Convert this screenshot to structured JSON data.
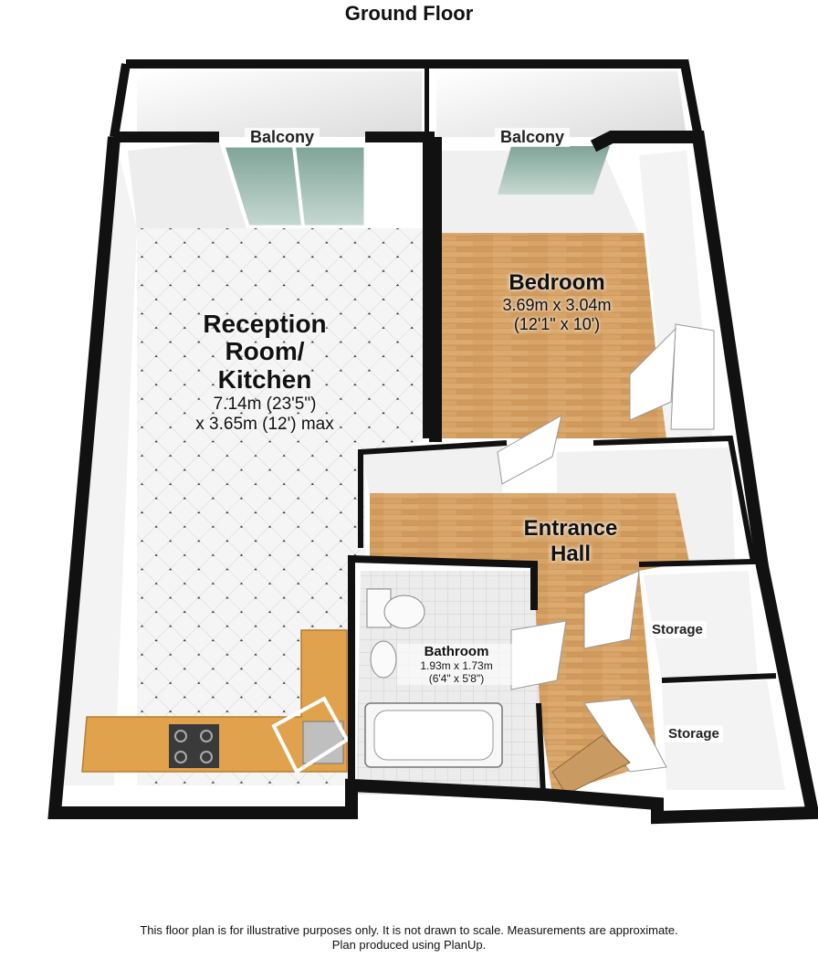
{
  "title": "Ground Floor",
  "rooms": {
    "reception": {
      "name_line1": "Reception",
      "name_line2": "Room/",
      "name_line3": "Kitchen",
      "dim_line1": "7.14m (23'5\")",
      "dim_line2": "x 3.65m (12') max"
    },
    "bedroom": {
      "name": "Bedroom",
      "dim_line1": "3.69m x 3.04m",
      "dim_line2": "(12'1\" x 10')"
    },
    "entrance_hall": {
      "name_line1": "Entrance",
      "name_line2": "Hall"
    },
    "bathroom": {
      "name": "Bathroom",
      "dim_line1": "1.93m x 1.73m",
      "dim_line2": "(6'4\" x 5'8\")"
    },
    "storage_1": {
      "name": "Storage"
    },
    "storage_2": {
      "name": "Storage"
    },
    "balcony_left": {
      "name": "Balcony"
    },
    "balcony_right": {
      "name": "Balcony"
    }
  },
  "footer": {
    "line1": "This floor plan is for illustrative purposes only. It is not drawn to scale. Measurements are approximate.",
    "line2": "Plan produced using PlanUp."
  },
  "colors": {
    "wall": "#111111",
    "wall_inner": "#f2f2f2",
    "tile_floor": "#f4f4f4",
    "wood_floor": "#d9a86a",
    "worktop": "#e0a04a",
    "glass": "#8fb3a8"
  }
}
